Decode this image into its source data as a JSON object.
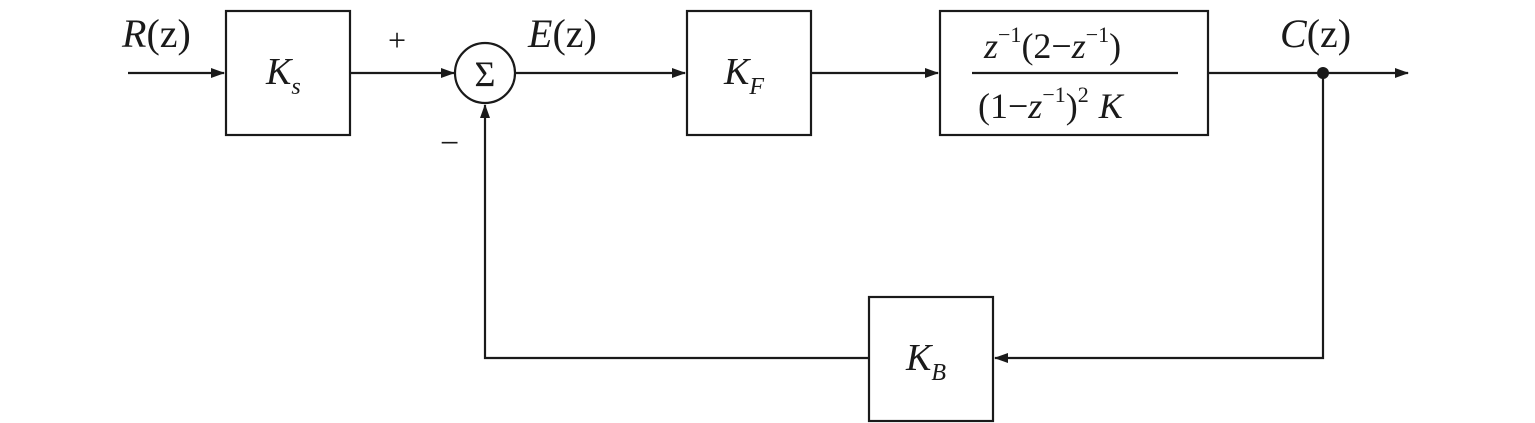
{
  "signals": {
    "input": {
      "name": "R",
      "arg": "(z)"
    },
    "error": {
      "name": "E",
      "arg": "(z)"
    },
    "output": {
      "name": "C",
      "arg": "(z)"
    }
  },
  "summing_junction": {
    "symbol": "Σ",
    "plus_sign": "+",
    "minus_sign": "−"
  },
  "blocks": {
    "ks": {
      "main": "K",
      "sub": "s"
    },
    "kf": {
      "main": "K",
      "sub": "F"
    },
    "kb": {
      "main": "K",
      "sub": "B"
    },
    "plant": {
      "num_z1": "z",
      "num_exp1": "−1",
      "num_mid": "(2−",
      "num_z2": "z",
      "num_exp2": "−1",
      "num_close": ")",
      "den_open": "(1−",
      "den_z": "z",
      "den_exp1": "−1",
      "den_close": ")",
      "den_exp2": "2",
      "den_k": "K"
    }
  }
}
